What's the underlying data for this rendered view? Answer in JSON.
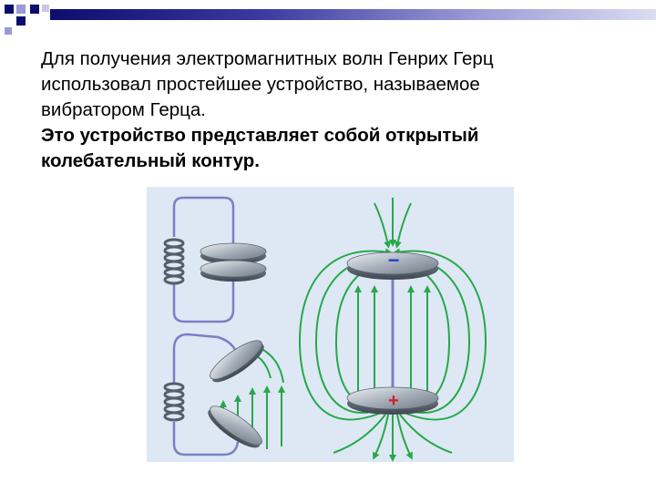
{
  "slide": {
    "lines": [
      "Для получения электромагнитных волн Генрих Герц",
      "использовал простейшее устройство, называемое",
      "вибратором Герца."
    ],
    "bold_lines": [
      "Это устройство представляет собой открытый",
      "колебательный контур."
    ]
  },
  "figure": {
    "minus_sign": "−",
    "plus_sign": "+",
    "colors": {
      "background": "#dde8f4",
      "wire": "#7b7fc4",
      "field_lines": "#27a84a",
      "plate": "#9aa3ad",
      "minus": "#2a3fc8",
      "plus": "#d02020"
    }
  }
}
